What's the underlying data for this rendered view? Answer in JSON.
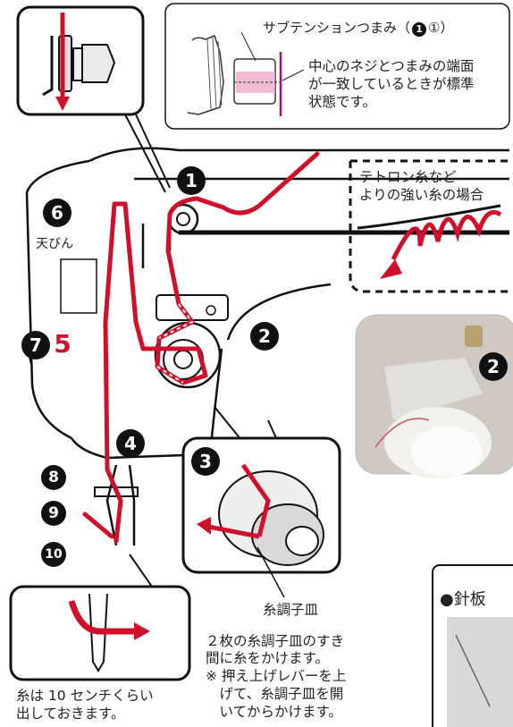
{
  "subtension": {
    "title": "サブテンションつまみ（",
    "title_num1": "1",
    "title_num2": "①",
    "title_close": "）",
    "note_lines": [
      "中心のネジとつまみの端面",
      "が一致しているときが標準",
      "状態です。"
    ]
  },
  "tetoron": {
    "lines": [
      "テトロン糸など",
      "よりの強い糸の場合"
    ]
  },
  "labels": {
    "tenbin": "天びん",
    "dish_title": "糸調子皿",
    "dish_lines": [
      "２枚の糸調子皿のすき",
      "間に糸をかけます。"
    ],
    "dish_note_lines": [
      "※ 押え上げレバーを上",
      "　げて、糸調子皿を開",
      "　いてからかけます。"
    ],
    "thread_note_lines": [
      "糸は 10 センチくらい",
      "出しておきます。"
    ],
    "needle_plate": "●針板"
  },
  "numbers": {
    "n1": "1",
    "n2": "2",
    "n2b": "2",
    "n3": "3",
    "n4": "4",
    "n5": "5",
    "n6": "6",
    "n7": "7",
    "n8": "8",
    "n9": "9",
    "n10": "10"
  },
  "colors": {
    "thread": "#d0102a",
    "outline": "#111111",
    "pink": "#e8a0c0"
  }
}
